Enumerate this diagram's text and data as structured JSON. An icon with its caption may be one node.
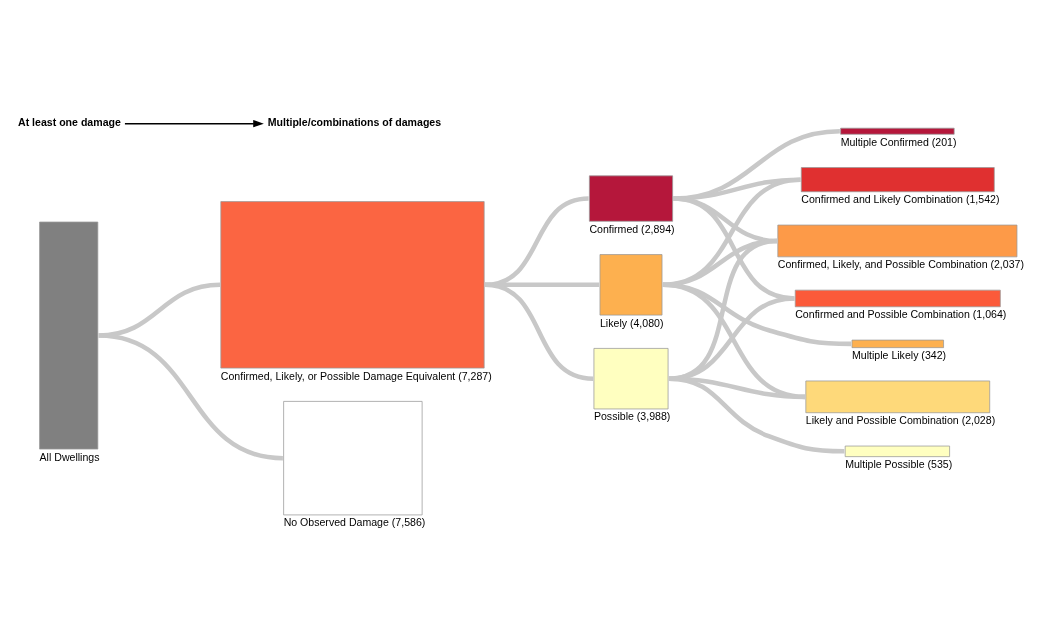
{
  "diagram": {
    "nodes": [
      {
        "text": [],
        "shape": "bar",
        "beside": [
          "All Dwellings"
        ]
      },
      {
        "text": [],
        "shape": "bar",
        "beside": [
          "Confirmed, Likely, or Possible Damage Equivalent (7,287)"
        ]
      },
      {
        "text": [],
        "shape": "bar",
        "beside": [
          "No Observed Damage (7,586)"
        ]
      },
      {
        "text": [],
        "shape": "bar",
        "beside": [
          "Confirmed (2,894)"
        ]
      },
      {
        "text": [],
        "shape": "bar",
        "beside": [
          "Likely (4,080)"
        ]
      },
      {
        "text": [],
        "shape": "bar",
        "beside": [
          "Possible (3,988)"
        ]
      },
      {
        "text": [],
        "shape": "bar",
        "beside": [
          "Multiple Confirmed (201)"
        ]
      },
      {
        "text": [],
        "shape": "bar",
        "beside": [
          "Confirmed and Likely Combination (1,542)"
        ]
      },
      {
        "text": [],
        "shape": "bar",
        "beside": [
          "Confirmed, Likely, and Possible Combination (2,037)"
        ]
      },
      {
        "text": [],
        "shape": "bar",
        "beside": [
          "Multiple Likely (342)"
        ]
      },
      {
        "text": [],
        "shape": "bar",
        "beside": [
          "Confirmed and Possible Combination (1,064)"
        ]
      },
      {
        "text": [],
        "shape": "bar",
        "beside": [
          "Likely and Possible Combination (2,028)"
        ]
      },
      {
        "text": [],
        "shape": "bar",
        "beside": [
          "Multiple Possible (535)"
        ]
      },
      {
        "text": [
          "At least one damage"
        ]
      },
      {
        "text": [
          "Multiple/combinations of damages"
        ]
      }
    ],
    "edges": [
      {
        "from": 0,
        "to": 1,
        "arrow": "none"
      },
      {
        "from": 0,
        "to": 2,
        "arrow": "none"
      },
      {
        "from": 1,
        "to": 3,
        "arrow": "none"
      },
      {
        "from": 1,
        "to": 4,
        "arrow": "none"
      },
      {
        "from": 1,
        "to": 5,
        "arrow": "none"
      },
      {
        "from": 3,
        "to": 6,
        "arrow": "none"
      },
      {
        "from": 3,
        "to": 7,
        "arrow": "none"
      },
      {
        "from": 3,
        "to": 8,
        "arrow": "none"
      },
      {
        "from": 3,
        "to": 10,
        "arrow": "none"
      },
      {
        "from": 4,
        "to": 7,
        "arrow": "none"
      },
      {
        "from": 4,
        "to": 8,
        "arrow": "none"
      },
      {
        "from": 4,
        "to": 9,
        "arrow": "none"
      },
      {
        "from": 4,
        "to": 11,
        "arrow": "none"
      },
      {
        "from": 5,
        "to": 8,
        "arrow": "none"
      },
      {
        "from": 5,
        "to": 10,
        "arrow": "none"
      },
      {
        "from": 5,
        "to": 11,
        "arrow": "none"
      },
      {
        "from": 5,
        "to": 12,
        "arrow": "none"
      },
      {
        "from": 13,
        "to": 14,
        "arrow": "to",
        "color": "#000000"
      }
    ]
  }
}
